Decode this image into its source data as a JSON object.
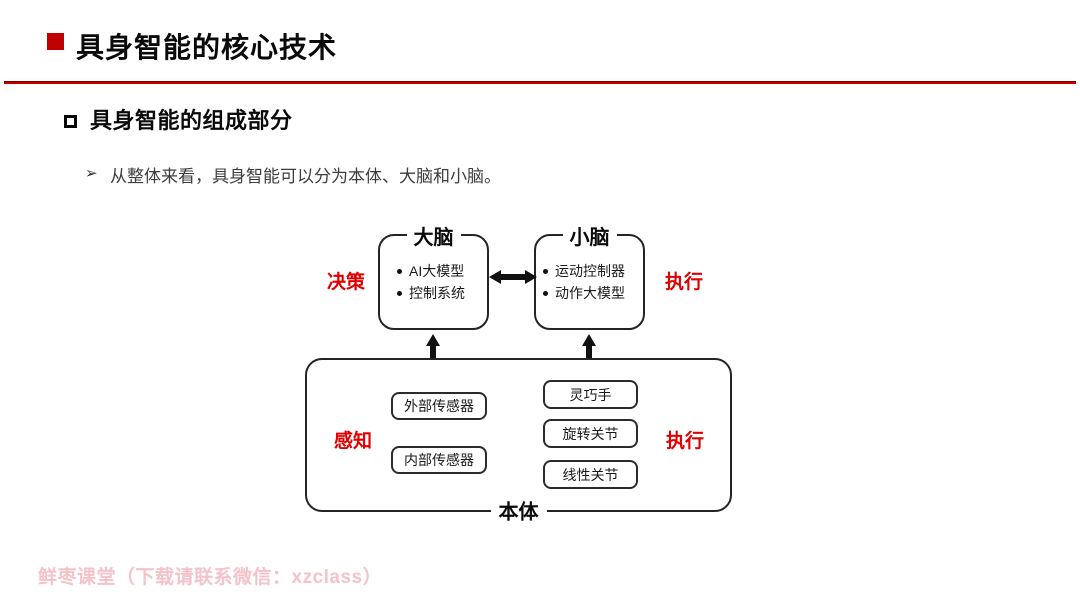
{
  "header": {
    "title": "具身智能的核心技术"
  },
  "section": {
    "heading": "具身智能的组成部分",
    "bullet_marker": "➢",
    "bullet_text": "从整体来看，具身智能可以分为本体、大脑和小脑。"
  },
  "diagram": {
    "brain": {
      "label": "大脑",
      "items": [
        "AI大模型",
        "控制系统"
      ]
    },
    "cerebellum": {
      "label": "小脑",
      "items": [
        "运动控制器",
        "动作大模型"
      ]
    },
    "labels": {
      "decision": "决策",
      "execution_top": "执行",
      "perception": "感知",
      "execution_bottom": "执行"
    },
    "body": {
      "label": "本体",
      "sensors": [
        "外部传感器",
        "内部传感器"
      ],
      "actuators": [
        "灵巧手",
        "旋转关节",
        "线性关节"
      ]
    }
  },
  "footer": {
    "watermark": "鲜枣课堂（下载请联系微信：xzclass）"
  },
  "colors": {
    "accent_red": "#C00000",
    "label_red": "#E00000",
    "watermark_pink": "#F4C3C9",
    "line_black": "#242424"
  }
}
